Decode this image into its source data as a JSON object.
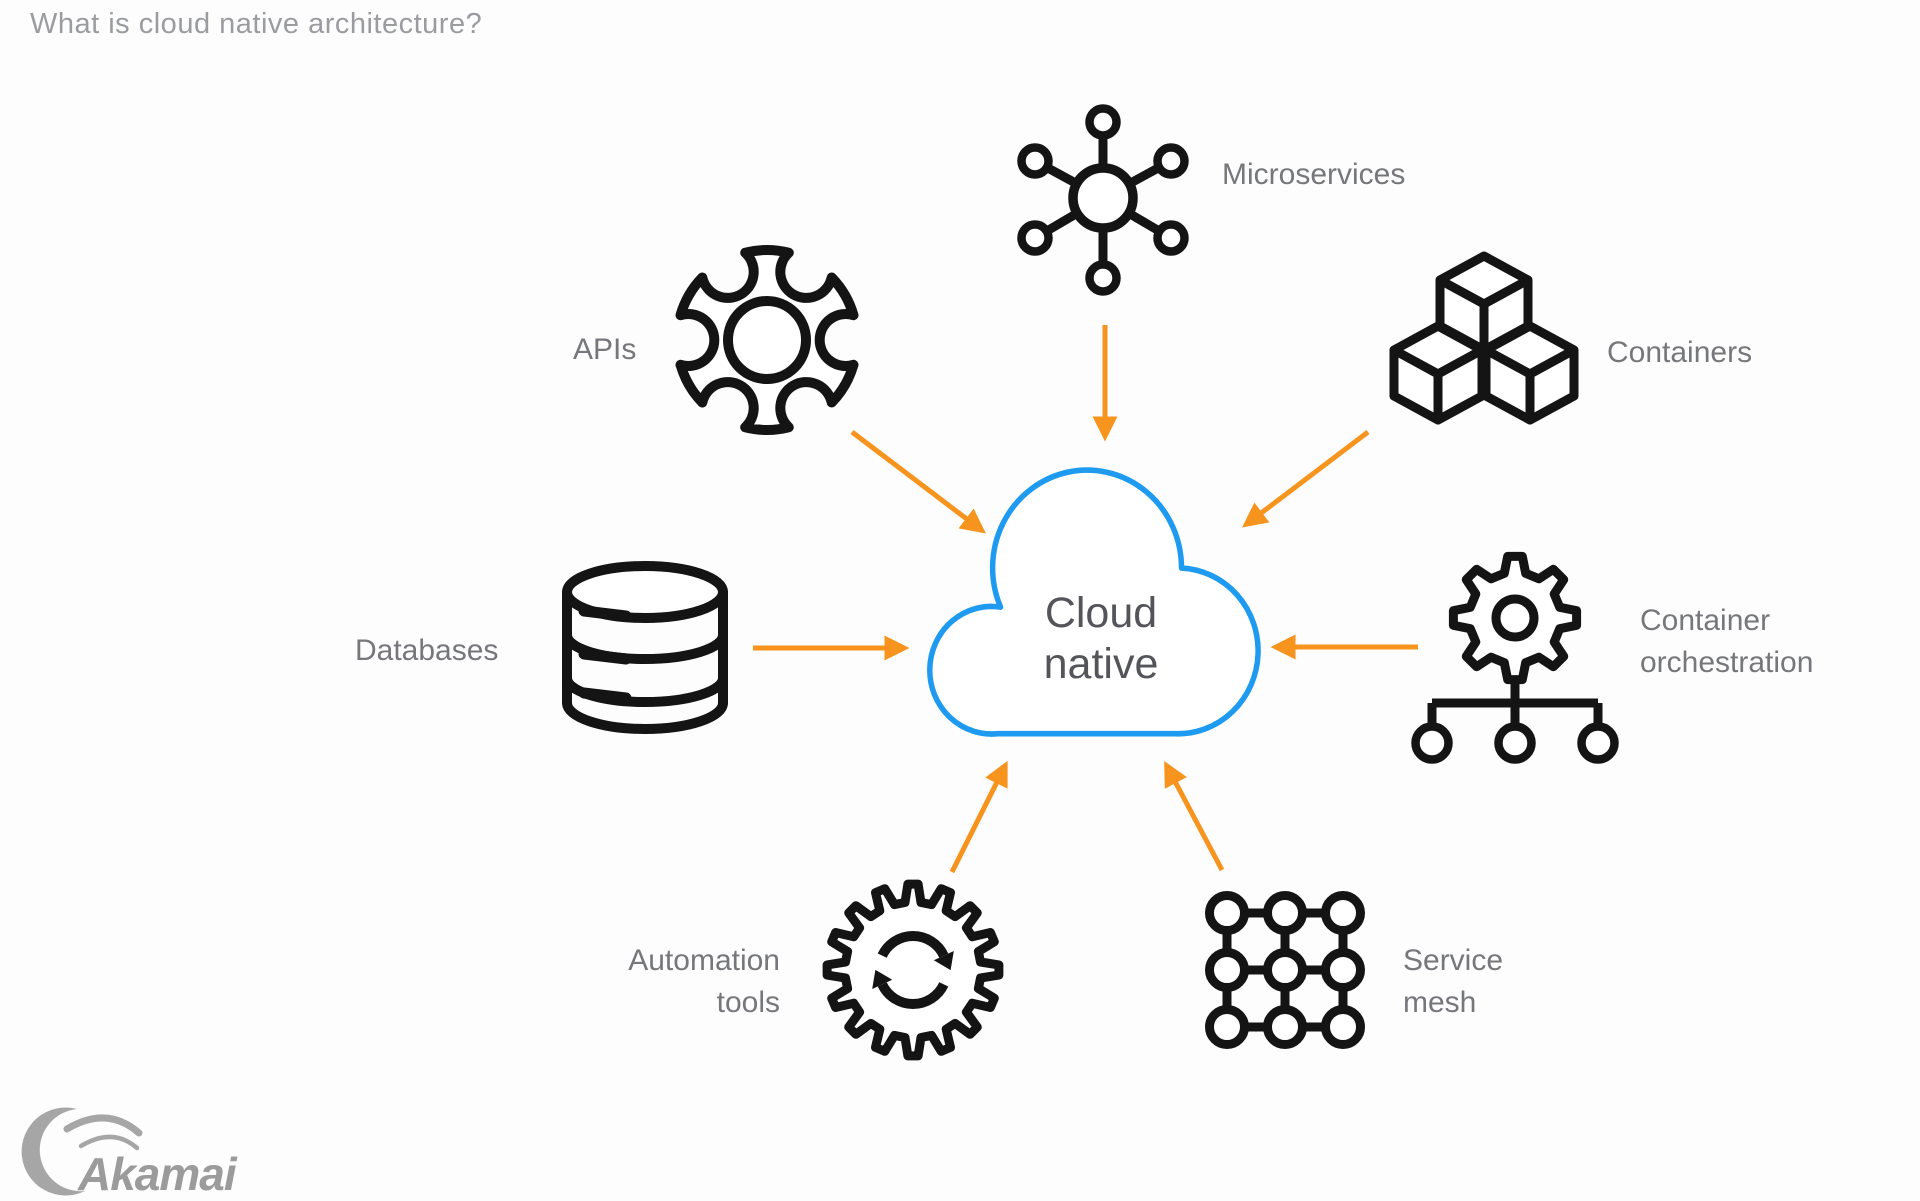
{
  "title": "What is cloud native architecture?",
  "cloud": {
    "line1": "Cloud",
    "line2": "native"
  },
  "nodes": {
    "microservices": {
      "label": "Microservices",
      "icon": "hub-spoke-icon"
    },
    "containers": {
      "label": "Containers",
      "icon": "stacked-cubes-icon"
    },
    "orchestration": {
      "line1": "Container",
      "line2": "orchestration",
      "icon": "gear-tree-icon"
    },
    "service_mesh": {
      "line1": "Service",
      "line2": "mesh",
      "icon": "node-grid-icon"
    },
    "automation": {
      "line1": "Automation",
      "line2": "tools",
      "icon": "gear-sync-icon"
    },
    "databases": {
      "label": "Databases",
      "icon": "database-cylinder-icon"
    },
    "apis": {
      "label": "APIs",
      "icon": "gear-icon"
    }
  },
  "logo": {
    "brand": "Akamai"
  },
  "colors": {
    "arrow_orange": "#F7941E",
    "cloud_stroke_blue": "#1E9BF0",
    "icon_stroke": "#141414",
    "label_gray": "#76777B",
    "title_gray": "#9B9CA0",
    "cloud_text_gray": "#54555A",
    "logo_gray": "#9B9B9B"
  }
}
